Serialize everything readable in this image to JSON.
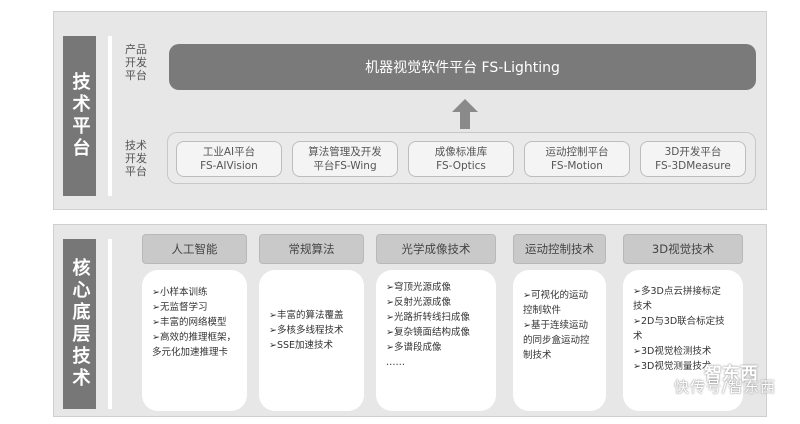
{
  "top_section": {
    "title": "技术平台",
    "product_label": "产品\n开发\n平台",
    "tech_label": "技术\n开发\n平台",
    "main_product": "机器视觉软件平台 FS-Lighting",
    "platforms": [
      {
        "line1": "工业AI平台",
        "line2": "FS-AIVision"
      },
      {
        "line1": "算法管理及开发",
        "line2": "平台FS-Wing"
      },
      {
        "line1": "成像标准库",
        "line2": "FS-Optics"
      },
      {
        "line1": "运动控制平台",
        "line2": "FS-Motion"
      },
      {
        "line1": "3D开发平台",
        "line2": "FS-3DMeasure"
      }
    ]
  },
  "bottom_section": {
    "title": "核心底层技术",
    "columns": [
      {
        "heading": "人工智能",
        "items": [
          "➢小样本训练",
          "➢无监督学习",
          "➢丰富的网络模型",
          "➢高效的推理框架，\n多元化加速推理卡"
        ]
      },
      {
        "heading": "常规算法",
        "items": [
          "➢丰富的算法覆盖",
          "➢多核多线程技术",
          "➢SSE加速技术"
        ]
      },
      {
        "heading": "光学成像技术",
        "items": [
          "➢穹顶光源成像",
          "➢反射光源成像",
          "➢光路折转线扫成像",
          "➢复杂镜面结构成像",
          "➢多谱段成像",
          "……"
        ]
      },
      {
        "heading": "运动控制技术",
        "items": [
          "➢可视化的运动\n控制软件",
          "➢基于连续运动\n的同步盒运动控\n制技术"
        ]
      },
      {
        "heading": "3D视觉技术",
        "items": [
          "➢多3D点云拼接标定\n技术",
          "➢2D与3D联合标定技\n术",
          "➢3D视觉检测技术",
          "➢3D视觉测量技术"
        ]
      }
    ]
  },
  "watermark": {
    "logo": "智东西",
    "text": "快传号/智东西"
  },
  "colors": {
    "panel_bg": "#e7e7e7",
    "dark_gray": "#777777",
    "header_gray": "#c9c9c9"
  }
}
